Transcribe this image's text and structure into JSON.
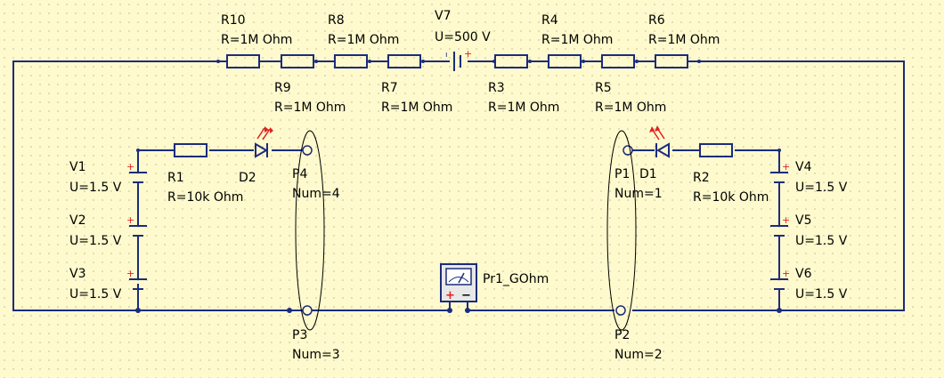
{
  "grid_color": "#8a8a6a",
  "wire_color": "#1c2c7c",
  "background": "#fefacd",
  "led_color": "#e02020",
  "resistors_top": [
    {
      "name": "R10",
      "value": "R=1M Ohm"
    },
    {
      "name": "R9",
      "value": "R=1M Ohm"
    },
    {
      "name": "R8",
      "value": "R=1M Ohm"
    },
    {
      "name": "R7",
      "value": "R=1M Ohm"
    },
    {
      "name": "R3",
      "value": "R=1M Ohm"
    },
    {
      "name": "R4",
      "value": "R=1M Ohm"
    },
    {
      "name": "R5",
      "value": "R=1M Ohm"
    },
    {
      "name": "R6",
      "value": "R=1M Ohm"
    }
  ],
  "source_top": {
    "name": "V7",
    "value": "U=500 V"
  },
  "left_branch": {
    "resistor": {
      "name": "R1",
      "value": "R=10k Ohm"
    },
    "diode": {
      "name": "D2"
    },
    "batteries": [
      {
        "name": "V1",
        "value": "U=1.5 V"
      },
      {
        "name": "V2",
        "value": "U=1.5 V"
      },
      {
        "name": "V3",
        "value": "U=1.5 V"
      }
    ]
  },
  "right_branch": {
    "resistor": {
      "name": "R2",
      "value": "R=10k Ohm"
    },
    "diode": {
      "name": "D1"
    },
    "batteries": [
      {
        "name": "V4",
        "value": "U=1.5 V"
      },
      {
        "name": "V5",
        "value": "U=1.5 V"
      },
      {
        "name": "V6",
        "value": "U=1.5 V"
      }
    ]
  },
  "ports": [
    {
      "name": "P4",
      "num": "Num=4"
    },
    {
      "name": "P1",
      "num": "Num=1"
    },
    {
      "name": "P3",
      "num": "Num=3"
    },
    {
      "name": "P2",
      "num": "Num=2"
    }
  ],
  "probe": {
    "name": "Pr1_GOhm",
    "plus": "+",
    "minus": "−"
  }
}
